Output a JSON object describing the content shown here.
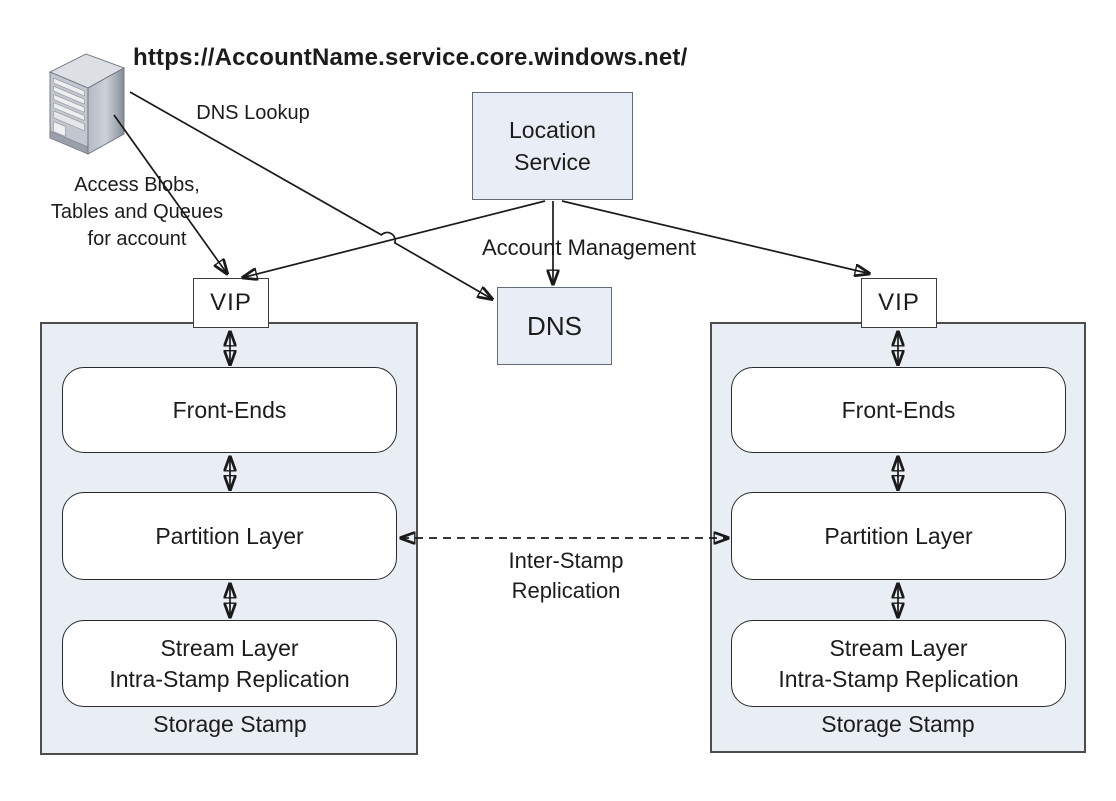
{
  "title": "https://AccountName.service.core.windows.net/",
  "icons": {
    "client": "server-icon"
  },
  "annotations": {
    "dns_lookup": "DNS Lookup",
    "access_line1": "Access Blobs,",
    "access_line2": "Tables and Queues",
    "access_line3": "for account",
    "account_management": "Account Management",
    "inter_stamp_line1": "Inter-Stamp",
    "inter_stamp_line2": "Replication"
  },
  "nodes": {
    "location_service": {
      "line1": "Location",
      "line2": "Service"
    },
    "dns": {
      "label": "DNS"
    },
    "vip_left": {
      "label": "VIP"
    },
    "vip_right": {
      "label": "VIP"
    }
  },
  "stamps": {
    "left": {
      "front_ends": "Front-Ends",
      "partition_layer": "Partition Layer",
      "stream_line1": "Stream Layer",
      "stream_line2": "Intra-Stamp Replication",
      "label": "Storage Stamp"
    },
    "right": {
      "front_ends": "Front-Ends",
      "partition_layer": "Partition Layer",
      "stream_line1": "Stream Layer",
      "stream_line2": "Intra-Stamp Replication",
      "label": "Storage Stamp"
    }
  },
  "colors": {
    "node_fill": "#e9eef6",
    "node_border": "#636b75",
    "stamp_fill": "#e9eef5",
    "stamp_border": "#4d4d4d",
    "inner_box_fill": "#ffffff",
    "inner_box_border": "#2b2b2b",
    "line": "#1a1a1a"
  }
}
